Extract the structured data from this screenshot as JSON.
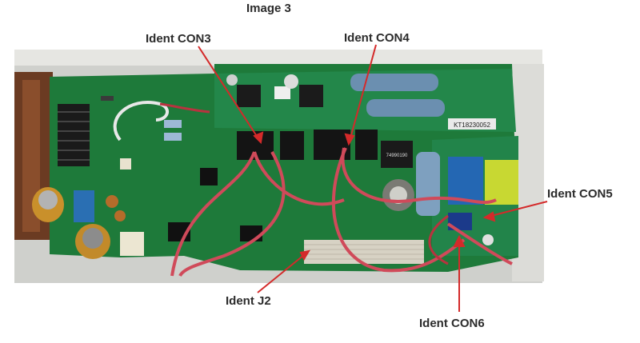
{
  "title": "Image 3",
  "labels": {
    "con3": "Ident CON3",
    "con4": "Ident CON4",
    "con5": "Ident CON5",
    "j2": "Ident J2",
    "con6": "Ident CON6"
  },
  "board_text": {
    "serial": "KT18230052",
    "chip": "74990190"
  },
  "colors": {
    "arrow": "#d42a2a",
    "pcb": "#1e7a3a",
    "label_text": "#2b2b2b"
  }
}
